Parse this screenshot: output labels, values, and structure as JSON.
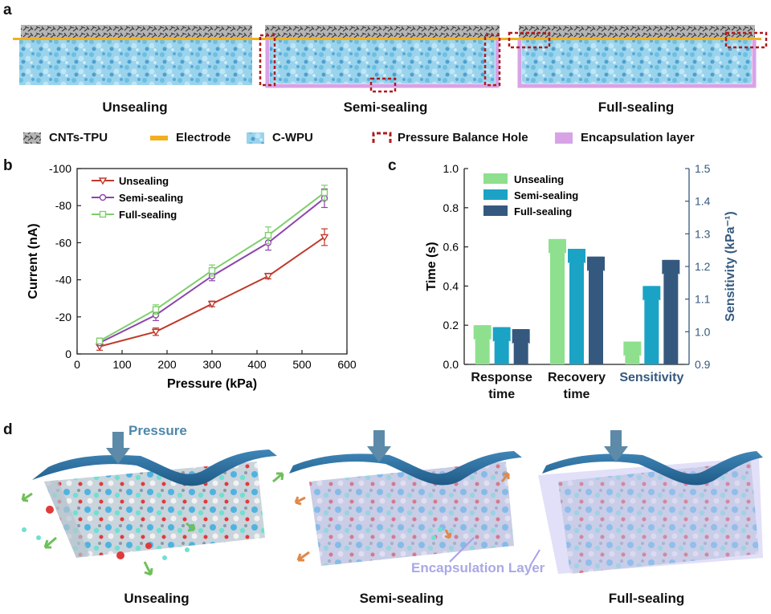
{
  "panels": {
    "a": "a",
    "b": "b",
    "c": "c",
    "d": "d"
  },
  "panel_a": {
    "captions": [
      "Unsealing",
      "Semi-sealing",
      "Full-sealing"
    ],
    "legend": [
      "CNTs-TPU",
      "Electrode",
      "C-WPU",
      "Pressure Balance Hole",
      "Encapsulation layer"
    ],
    "colors": {
      "cnt": "#8a8a8a",
      "electrode": "#f2b01e",
      "foam": "#8fd0ea",
      "hole": "#b01b1b",
      "encap": "#d7a3e6"
    }
  },
  "panel_d": {
    "captions": [
      "Unsealing",
      "Semi-sealing",
      "Full-sealing"
    ],
    "pressure_label": "Pressure",
    "encap_label": "Encapsulation Layer"
  },
  "chart_data": [
    {
      "type": "line",
      "xlabel": "Pressure (kPa)",
      "ylabel": "Current (nA)",
      "xlim": [
        0,
        600
      ],
      "ylim": [
        0,
        -100
      ],
      "xticks": [
        "0",
        "100",
        "200",
        "300",
        "400",
        "500",
        "600"
      ],
      "yticks": [
        "-100",
        "-80",
        "-60",
        "-40",
        "-20",
        "0"
      ],
      "x": [
        50,
        175,
        300,
        425,
        550
      ],
      "series": [
        {
          "name": "Unsealing",
          "color": "#c0392b",
          "marker": "triangle-down",
          "values": [
            -4,
            -12,
            -27,
            -42,
            -63
          ],
          "err": [
            2,
            2,
            1.5,
            1.5,
            4.5
          ]
        },
        {
          "name": "Semi-sealing",
          "color": "#8e44ad",
          "marker": "circle",
          "values": [
            -6,
            -21,
            -42,
            -60,
            -84
          ],
          "err": [
            1.5,
            3,
            2.5,
            4,
            5
          ]
        },
        {
          "name": "Full-sealing",
          "color": "#7dcf6a",
          "marker": "square",
          "values": [
            -7,
            -24,
            -45,
            -64,
            -87
          ],
          "err": [
            1.5,
            2.5,
            3,
            4.5,
            4
          ]
        }
      ]
    },
    {
      "type": "bar",
      "ylabel": "Time (s)",
      "y2label": "Sensitivity (kPa⁻¹)",
      "ylim": [
        0,
        1.0
      ],
      "y2lim": [
        0.9,
        1.5
      ],
      "yticks": [
        "0.0",
        "0.2",
        "0.4",
        "0.6",
        "0.8",
        "1.0"
      ],
      "y2ticks": [
        "0.9",
        "1.0",
        "1.1",
        "1.2",
        "1.3",
        "1.4",
        "1.5"
      ],
      "categories": [
        "Response time",
        "Recovery time",
        "Sensitivity"
      ],
      "category_lines": [
        [
          "Response",
          "time"
        ],
        [
          "Recovery",
          "time"
        ],
        [
          "Sensitivity"
        ]
      ],
      "series": [
        {
          "name": "Unsealing",
          "color": "#8ee08e",
          "values": [
            0.2,
            0.64,
            0.97
          ]
        },
        {
          "name": "Semi-sealing",
          "color": "#1ba3c6",
          "values": [
            0.19,
            0.59,
            1.14
          ]
        },
        {
          "name": "Full-sealing",
          "color": "#35597e",
          "values": [
            0.18,
            0.55,
            1.22
          ]
        }
      ],
      "axis": [
        "left",
        "left",
        "right"
      ]
    }
  ]
}
